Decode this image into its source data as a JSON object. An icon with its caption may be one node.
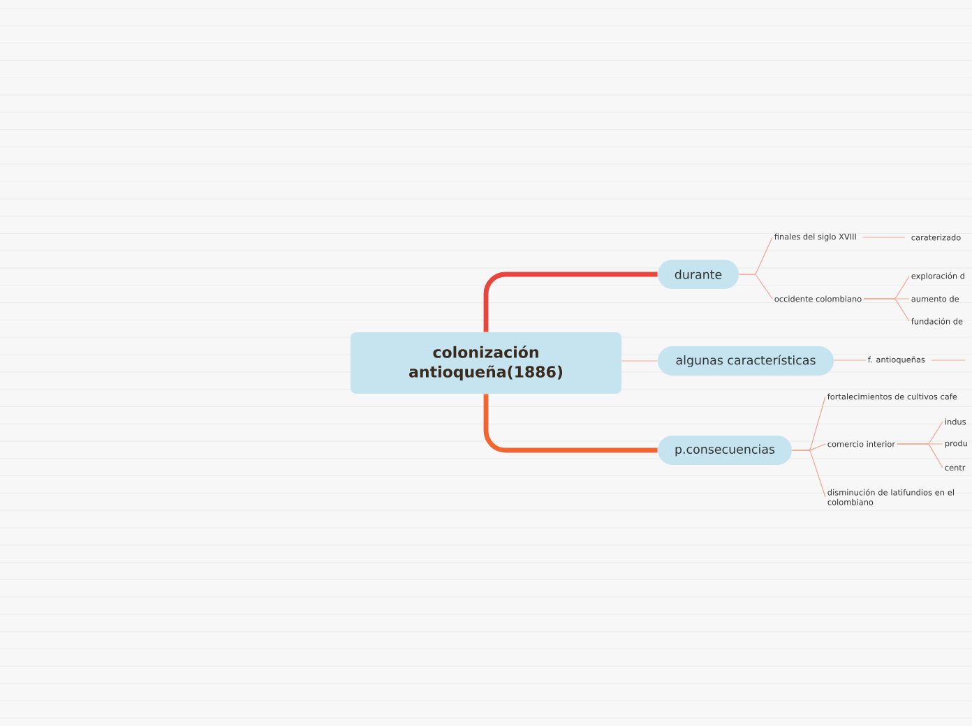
{
  "diagram": {
    "nodes": [
      {
        "text": [
          "colonización antioqueña(1886)"
        ]
      },
      {
        "text": [
          "durante"
        ]
      },
      {
        "text": [
          "algunas características"
        ]
      },
      {
        "text": [
          "p.consecuencias"
        ]
      },
      {
        "text": [
          "finales del siglo XVIII"
        ]
      },
      {
        "text": [
          "occidente colombiano"
        ]
      },
      {
        "text": [
          "caraterizado"
        ]
      },
      {
        "text": [
          "exploración d"
        ]
      },
      {
        "text": [
          "aumento de"
        ]
      },
      {
        "text": [
          "fundación de"
        ]
      },
      {
        "text": [
          "f. antioqueñas"
        ]
      },
      {
        "text": [
          "fortalecimientos de cultivos cafe"
        ]
      },
      {
        "text": [
          "comercio interior"
        ]
      },
      {
        "text": [
          "disminución de latifundios en el colombiano"
        ]
      },
      {
        "text": [
          "indus"
        ]
      },
      {
        "text": [
          "produ"
        ]
      },
      {
        "text": [
          "centr"
        ]
      }
    ],
    "edges": [
      {
        "from": 0,
        "to": 1,
        "arrow": "none",
        "style": "thick",
        "color": "#e8453c"
      },
      {
        "from": 0,
        "to": 2,
        "arrow": "none"
      },
      {
        "from": 0,
        "to": 3,
        "arrow": "none",
        "style": "thick",
        "color": "#f26531"
      },
      {
        "from": 1,
        "to": 4,
        "arrow": "none"
      },
      {
        "from": 1,
        "to": 5,
        "arrow": "none"
      },
      {
        "from": 4,
        "to": 6,
        "arrow": "none"
      },
      {
        "from": 5,
        "to": 7,
        "arrow": "none"
      },
      {
        "from": 5,
        "to": 8,
        "arrow": "none"
      },
      {
        "from": 5,
        "to": 9,
        "arrow": "none"
      },
      {
        "from": 2,
        "to": 10,
        "arrow": "none"
      },
      {
        "from": 10,
        "to": null,
        "arrow": "none"
      },
      {
        "from": 3,
        "to": 11,
        "arrow": "none"
      },
      {
        "from": 3,
        "to": 12,
        "arrow": "none"
      },
      {
        "from": 3,
        "to": 13,
        "arrow": "none"
      },
      {
        "from": 12,
        "to": 14,
        "arrow": "none"
      },
      {
        "from": 12,
        "to": 15,
        "arrow": "none"
      },
      {
        "from": 12,
        "to": 16,
        "arrow": "none"
      }
    ]
  }
}
